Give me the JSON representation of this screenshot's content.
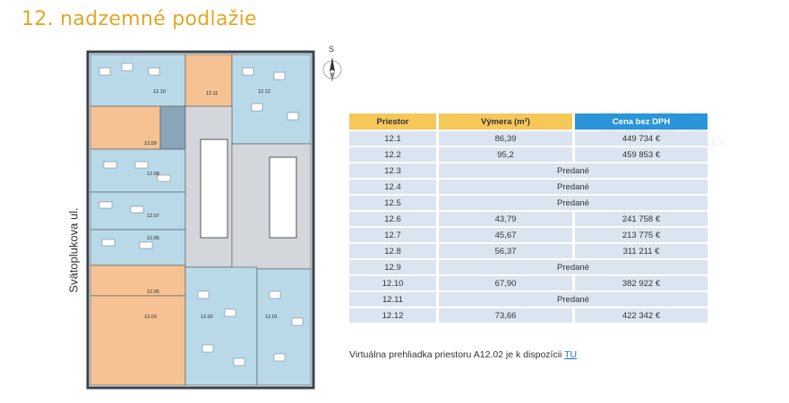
{
  "page": {
    "title": "12. nadzemné podlažie",
    "street_label": "Svätoplukova ul."
  },
  "logo": {
    "brand": "ENZO",
    "tagline": "REAL ESTATE AGENCY"
  },
  "compass": {
    "letter": "S"
  },
  "floorplan": {
    "units": [
      "12.01",
      "12.02",
      "12.03",
      "12.05",
      "12.06",
      "12.07",
      "12.08",
      "12.09",
      "12.10",
      "12.11",
      "12.12"
    ]
  },
  "table": {
    "headers": {
      "room": "Priestor",
      "area": "Výmera (m²)",
      "price": "Cena bez DPH"
    },
    "rows": [
      {
        "room": "12.1",
        "area": "86,39",
        "price": "449 734 €"
      },
      {
        "room": "12.2",
        "area": "95,2",
        "price": "459 853 €"
      },
      {
        "room": "12.3",
        "status": "Predané"
      },
      {
        "room": "12.4",
        "status": "Predané"
      },
      {
        "room": "12.5",
        "status": "Predané"
      },
      {
        "room": "12.6",
        "area": "43,79",
        "price": "241 758 €"
      },
      {
        "room": "12.7",
        "area": "45,67",
        "price": "213 775 €"
      },
      {
        "room": "12.8",
        "area": "56,37",
        "price": "311 211 €"
      },
      {
        "room": "12.9",
        "status": "Predané"
      },
      {
        "room": "12.10",
        "area": "67,90",
        "price": "382 922 €"
      },
      {
        "room": "12.11",
        "status": "Predané"
      },
      {
        "room": "12.12",
        "area": "73,66",
        "price": "422 342 €"
      }
    ]
  },
  "note": {
    "text": "Virtuálna prehliadka priestoru A12.02 je k dispozícii ",
    "link_label": "TU"
  },
  "colors": {
    "title": "#e2a626",
    "header_yellow": "#f6c85a",
    "header_blue": "#2a95d8",
    "row_bg": "#dbe5f1",
    "sold_orange": "#f6c293",
    "available_blue": "#b9d9e8",
    "core_gray": "#d3d6da"
  }
}
